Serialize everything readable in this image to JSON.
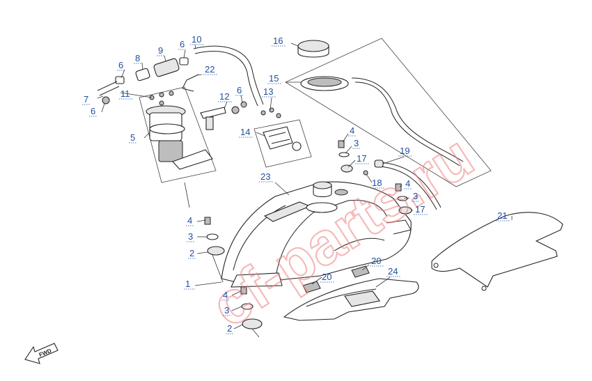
{
  "callouts": {
    "c1": "1",
    "c2a": "2",
    "c2b": "2",
    "c3a": "3",
    "c3b": "3",
    "c3c": "3",
    "c3d": "3",
    "c4a": "4",
    "c4b": "4",
    "c4c": "4",
    "c4d": "4",
    "c5": "5",
    "c6a": "6",
    "c6b": "6",
    "c6c": "6",
    "c6d": "6",
    "c7": "7",
    "c8": "8",
    "c9": "9",
    "c10": "10",
    "c11": "11",
    "c12": "12",
    "c13": "13",
    "c14": "14",
    "c15": "15",
    "c16": "16",
    "c17a": "17",
    "c17b": "17",
    "c18": "18",
    "c19": "19",
    "c20a": "20",
    "c20b": "20",
    "c21": "21",
    "c22": "22",
    "c23": "23",
    "c24": "24"
  },
  "watermark": "cf-parts.ru",
  "fwd_label": "FWD",
  "colors": {
    "callout": "#1f4e9c",
    "watermark": "#f08080",
    "line": "#222222"
  }
}
